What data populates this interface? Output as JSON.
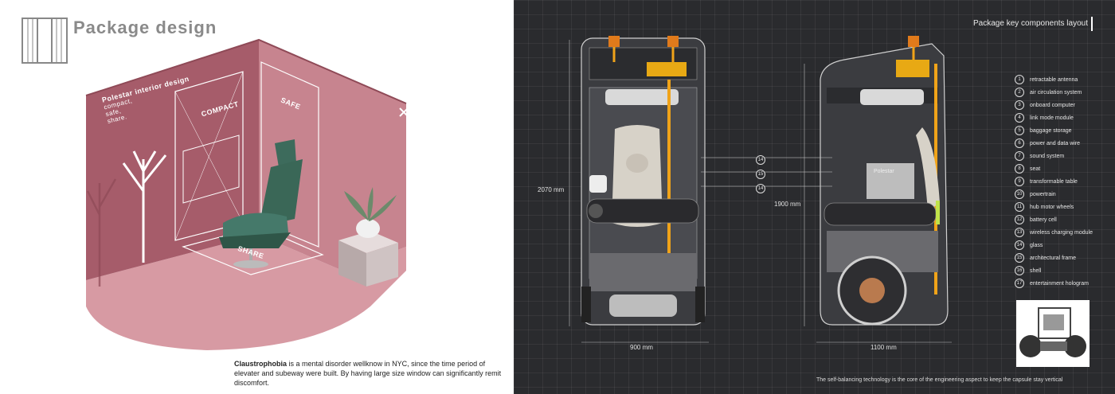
{
  "left_panel": {
    "title": "Package design",
    "room": {
      "wall_heading": "Polestar interior design",
      "wall_items": [
        "compact,",
        "safe,",
        "share."
      ],
      "label_compact": "COMPACT",
      "label_safe": "SAFE",
      "label_share": "SHARE"
    },
    "caption_bold": "Claustrophobia",
    "caption_text": " is a mental disorder wellknow in NYC, since the time period of elevater and subeway were built. By having large size window can significantly remit discomfort."
  },
  "right_panel": {
    "title": "Package key components layout",
    "dimensions": {
      "height_outer": "2070 mm",
      "height_inner": "1900 mm",
      "width_front": "900 mm",
      "width_side": "1100 mm"
    },
    "front_brand": "Polestar",
    "legend": [
      {
        "num": "1",
        "label": "retractable antenna"
      },
      {
        "num": "2",
        "label": "air circulation system"
      },
      {
        "num": "3",
        "label": "onboard computer"
      },
      {
        "num": "4",
        "label": "link mode module"
      },
      {
        "num": "5",
        "label": "baggage storage"
      },
      {
        "num": "6",
        "label": "power and data wire"
      },
      {
        "num": "7",
        "label": "sound system"
      },
      {
        "num": "8",
        "label": "seat"
      },
      {
        "num": "9",
        "label": "transformable table"
      },
      {
        "num": "10",
        "label": "powertrain"
      },
      {
        "num": "11",
        "label": "hub motor wheels"
      },
      {
        "num": "12",
        "label": "battery cell"
      },
      {
        "num": "13",
        "label": "wireless charging module"
      },
      {
        "num": "14",
        "label": "glass"
      },
      {
        "num": "15",
        "label": "architectural frame"
      },
      {
        "num": "16",
        "label": "shell"
      },
      {
        "num": "17",
        "label": "entertainment hologram"
      }
    ],
    "callouts_mid": [
      "14",
      "15",
      "14"
    ],
    "footer": "The self-balancing technology is the core of the engineering aspect to keep the capsule stay vertical"
  }
}
